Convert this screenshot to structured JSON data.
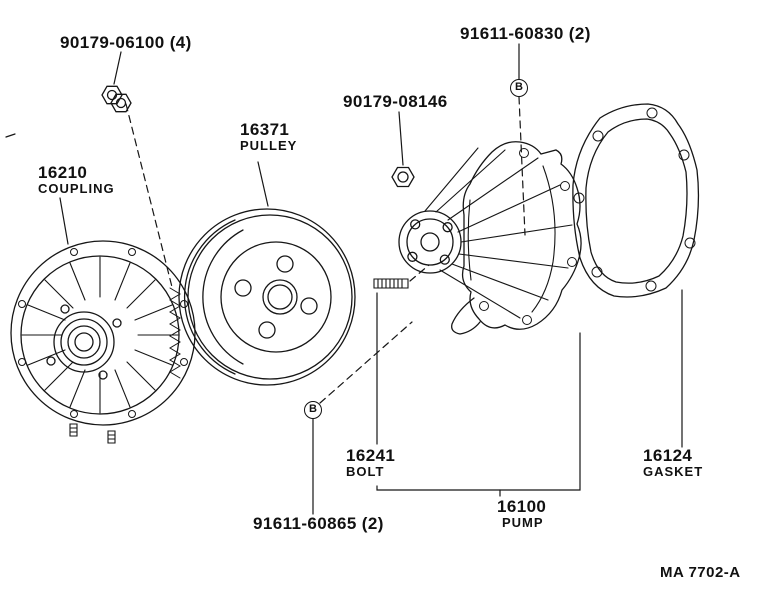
{
  "figure": {
    "drawing_number": "MA 7702-A",
    "bolt_marker": "B"
  },
  "callouts": {
    "fan_nuts": {
      "code": "90179-06100 (4)"
    },
    "pump_bolt_top": {
      "code": "91611-60830 (2)"
    },
    "pump_nut": {
      "code": "90179-08146"
    },
    "pulley": {
      "code": "16371",
      "name": "PULLEY"
    },
    "coupling": {
      "code": "16210",
      "name": "COUPLING"
    },
    "bolt": {
      "code": "16241",
      "name": "BOLT"
    },
    "pump": {
      "code": "16100",
      "name": "PUMP"
    },
    "gasket": {
      "code": "16124",
      "name": "GASKET"
    },
    "pump_bolt_bottom": {
      "code": "91611-60865 (2)"
    }
  }
}
